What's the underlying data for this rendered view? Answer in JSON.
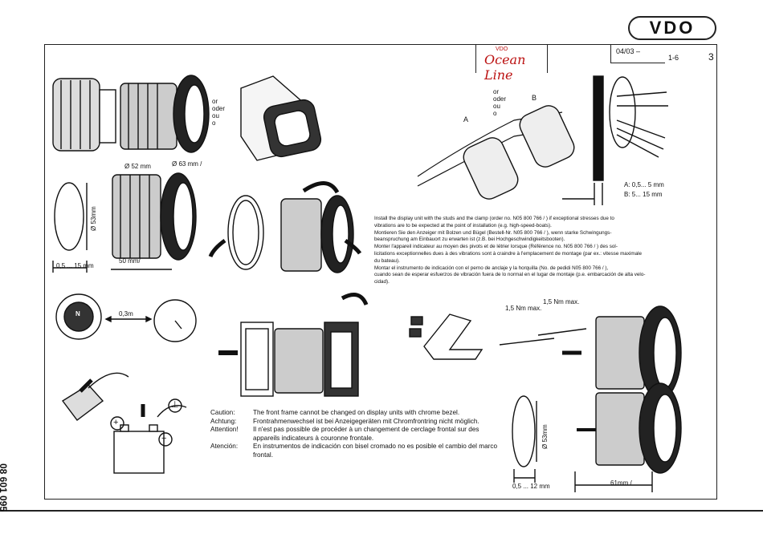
{
  "header": {
    "brand_logo": "VDO",
    "series_logo_small": "VDO",
    "series_logo_script": "Ocean Line",
    "date_code": "04/03 –",
    "page_ref": "1-6",
    "page_number": "3"
  },
  "side_label": "08 601 095",
  "fig_top_left": {
    "or_labels": [
      "or",
      "oder",
      "ou",
      "o"
    ]
  },
  "fig_dimensions": {
    "diam_52": "Ø 52 mm",
    "diam_63": "Ø 63 mm /",
    "diam_53": "Ø 53mm",
    "gap": "0,5 ... 15 mm",
    "length": "50 mm/"
  },
  "fig_studs": {
    "or_labels": [
      "or",
      "oder",
      "ou",
      "o"
    ],
    "label_a": "A",
    "label_b": "B",
    "spec_a": "A:  0,5... 5 mm",
    "spec_b": "B:  5... 15 mm"
  },
  "install_text": [
    "Install the display unit with the studs and the clamp (order no. N05 800 766 /                    ) if exceptional stresses due to",
    "vibrations are to be expected at the point of installation (e.g. high-speed-boats).",
    "Montieren Sie den Anzeiger mit Bolzen und Bügel (Bestell-Nr. N05 800 766 /                    ), wenn starke Schwingungs-",
    "beanspruchung am Einbauort zu erwarten ist (z.B. bei Hochgeschwindigkeitsbooten).",
    "Monter l'appareil indicateur au moyen des pivots et de létrier lorsque (Référence no. N05 800 766 /                    ) des sol-",
    "licitations exceptionnelles dues à des vibrations sont à craindre à l'emplacement de montage (par ex.: vitesse maximale",
    "du bateau).",
    "Montar el instrumento de indicación con el perno de anclaje y la horquilla (No. de pedidi N05 800 766 /                    ),",
    "cuando sean de esperar esfuerzos de vibración fuera de lo normal en el lugar de montaje (p.e. embarcación de alta velo-",
    "cidad)."
  ],
  "fig_compass": {
    "distance": "0,3m",
    "compass_letter": "N"
  },
  "fig_torque": {
    "torque_1": "1,5 Nm max.",
    "torque_2": "1,5 Nm max."
  },
  "fig_battery": {
    "plus": "+",
    "minus": "−",
    "ground": "⊥"
  },
  "caution": [
    {
      "label": "Caution:",
      "text": "The front frame cannot be changed on display units with chrome bezel."
    },
    {
      "label": "Achtung:",
      "text": "Frontrahmenwechsel ist bei Anzeigegeräten mit Chromfrontring nicht möglich."
    },
    {
      "label": "Attention!",
      "text": "Il n'est pas possible de procéder à un changement de cerclage frontal sur des appareils indicateurs à couronne frontale."
    },
    {
      "label": "Atención:",
      "text": "En instrumentos de indicación con bisel cromado no es posible el cambio del marco frontal."
    }
  ],
  "fig_bottom_dims": {
    "diam_53": "Ø 53mm",
    "gap": "0,5 ... 12 mm",
    "length": "61mm /"
  }
}
